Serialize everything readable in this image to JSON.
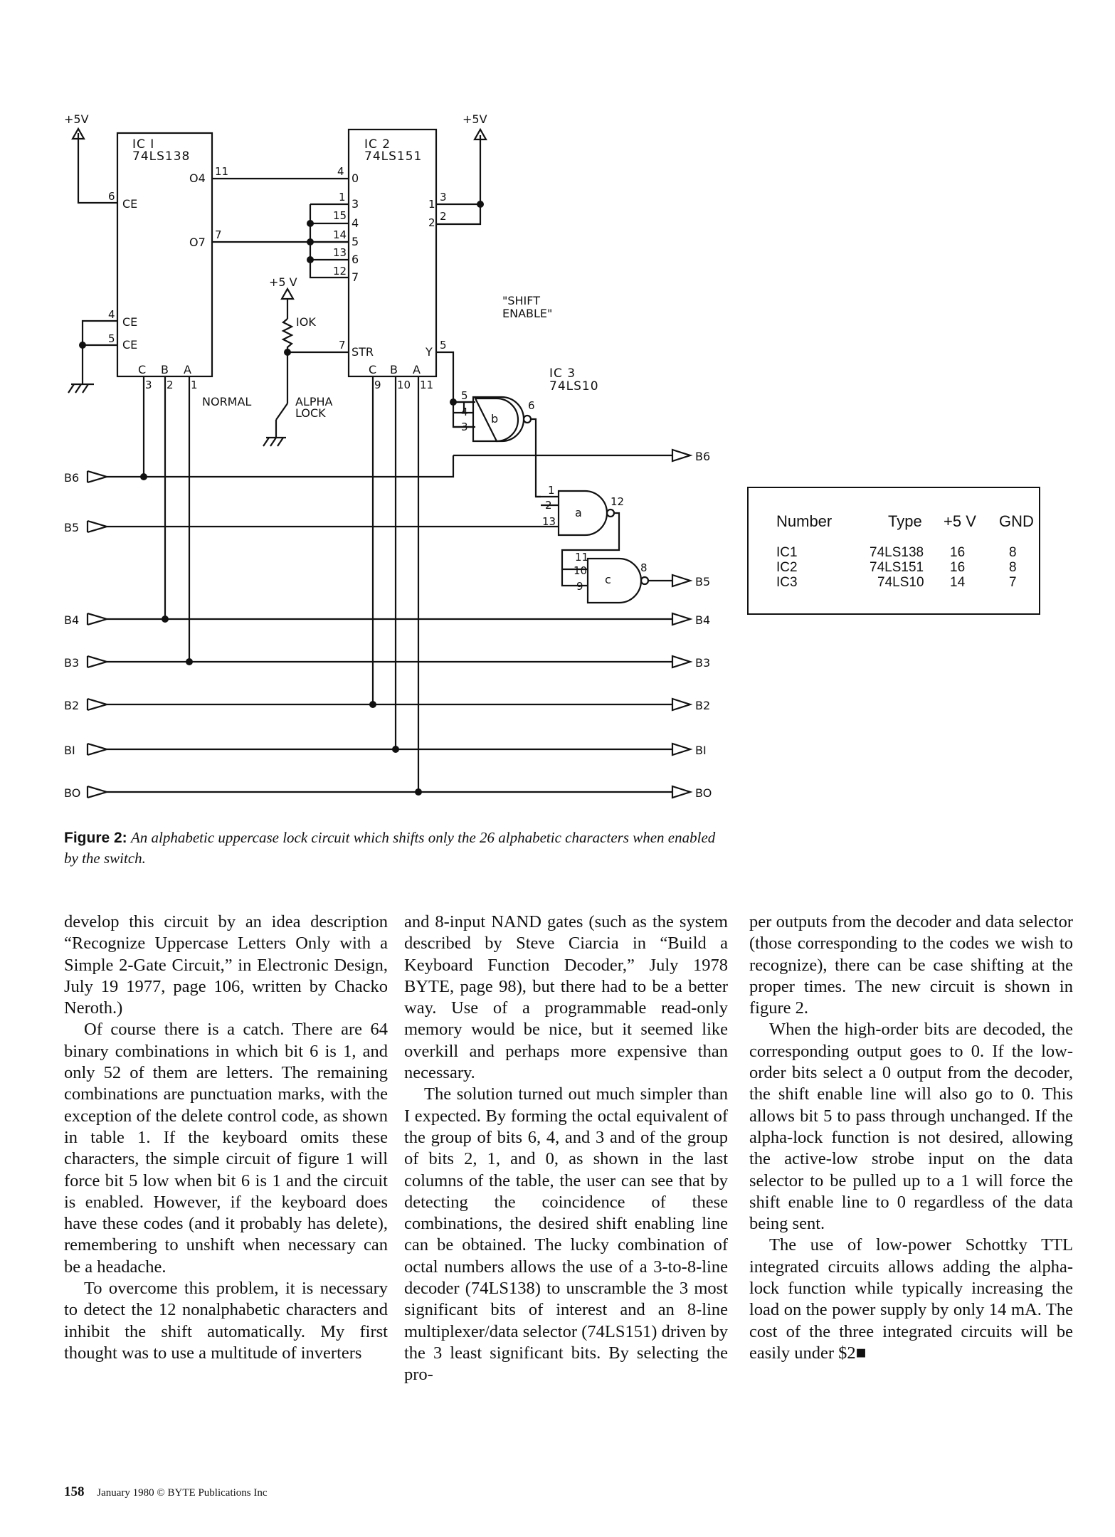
{
  "schematic": {
    "supply": "+5V",
    "supply_spaced": "+5 V",
    "resistor": "IOK",
    "shift_enable": [
      "\"SHIFT",
      "ENABLE\""
    ],
    "switch_normal": "NORMAL",
    "switch_alpha": [
      "ALPHA",
      "LOCK"
    ],
    "ic1": {
      "ref": "IC I",
      "part": "74LS138",
      "o4": "O4",
      "o7": "O7",
      "ce": "CE",
      "ce_bar": "CE",
      "c": "C",
      "b": "B",
      "a": "A",
      "pins": {
        "p11": "11",
        "p7": "7",
        "p6": "6",
        "p4": "4",
        "p5": "5",
        "p3": "3",
        "p2": "2",
        "p1": "1"
      }
    },
    "ic2": {
      "ref": "IC 2",
      "part": "74LS151",
      "str": "STR",
      "y": "Y",
      "c": "C",
      "b": "B",
      "a": "A",
      "inputs": [
        "0",
        "3",
        "4",
        "5",
        "6",
        "7"
      ],
      "pins": {
        "p4": "4",
        "p1": "1",
        "p15": "15",
        "p14": "14",
        "p13": "13",
        "p12": "12",
        "p7": "7",
        "p5": "5",
        "p9": "9",
        "p10": "10",
        "p11": "11",
        "p3": "3",
        "p2": "2",
        "r1": "1",
        "r2": "2"
      }
    },
    "ic3": {
      "ref": "IC 3",
      "part": "74LS10",
      "gate_b": {
        "label": "b",
        "in": [
          "5",
          "4",
          "3"
        ],
        "out": "6"
      },
      "gate_a": {
        "label": "a",
        "in": [
          "1",
          "2",
          "13"
        ],
        "out": "12"
      },
      "gate_c": {
        "label": "c",
        "in": [
          "11",
          "10",
          "9"
        ],
        "out": "8"
      }
    },
    "inputs": [
      "B6",
      "B5",
      "B4",
      "B3",
      "B2",
      "BI",
      "BO"
    ],
    "outputs": [
      "B6",
      "B5",
      "B4",
      "B3",
      "B2",
      "BI",
      "BO"
    ]
  },
  "parts_table": {
    "headers": [
      "Number",
      "Type",
      "+5 V",
      "GND"
    ],
    "rows": [
      [
        "IC1",
        "74LS138",
        "16",
        "8"
      ],
      [
        "IC2",
        "74LS151",
        "16",
        "8"
      ],
      [
        "IC3",
        "74LS10",
        "14",
        "7"
      ]
    ]
  },
  "caption": {
    "label": "Figure 2:",
    "text": "An alphabetic uppercase lock circuit which shifts only the 26 alphabetic characters when enabled by the switch."
  },
  "columns": [
    [
      "develop this circuit by an idea description “Recognize Uppercase Letters Only with a Simple 2-Gate Circuit,” in Electronic Design, July 19 1977, page 106, written by Chacko Neroth.)",
      "Of course there is a catch. There are 64 binary combinations in which bit 6 is 1, and only 52 of them are letters. The remaining combinations are punctuation marks, with the exception of the delete control code, as shown in table 1. If the keyboard omits these characters, the simple circuit of figure 1 will force bit 5 low when bit 6 is 1 and the circuit is enabled. However, if the keyboard does have these codes (and it probably has delete), remembering to unshift when necessary can be a headache.",
      "To overcome this problem, it is necessary to detect the 12 nonalphabetic characters and inhibit the shift automatically. My first thought was to use a multitude of inverters"
    ],
    [
      "and 8-input NAND gates (such as the system described by Steve Ciarcia in “Build a Keyboard Function Decoder,” July 1978 BYTE, page 98), but there had to be a better way. Use of a programmable read-only memory would be nice, but it seemed like overkill and perhaps more expensive than necessary.",
      "The solution turned out much simpler than I expected. By forming the octal equivalent of the group of bits 6, 4, and 3 and of the group of bits 2, 1, and 0, as shown in the last columns of the table, the user can see that by detecting the coincidence of these combinations, the desired shift enabling line can be obtained. The lucky combination of octal numbers allows the use of a 3-to-8-line decoder (74LS138) to unscramble the 3 most significant bits of interest and an 8-line multiplexer/data selector (74LS151) driven by the 3 least significant bits. By selecting the pro-"
    ],
    [
      "per outputs from the decoder and data selector (those corresponding to the codes we wish to recognize), there can be case shifting at the proper times. The new circuit is shown in figure 2.",
      "When the high-order bits are decoded, the corresponding output goes to 0. If the low-order bits select a 0 output from the decoder, the shift enable line will also go to 0. This allows bit 5 to pass through unchanged. If the alpha-lock function is not desired, allowing the active-low strobe input on the data selector to be pulled up to a 1 will force the shift enable line to 0 regardless of the data being sent.",
      "The use of low-power Schottky TTL integrated circuits allows adding the alpha-lock function while typically increasing the load on the power supply by only 14 mA. The cost of the three integrated circuits will be easily under $2■"
    ]
  ],
  "footer": {
    "page": "158",
    "text": "January 1980 © BYTE Publications Inc"
  }
}
